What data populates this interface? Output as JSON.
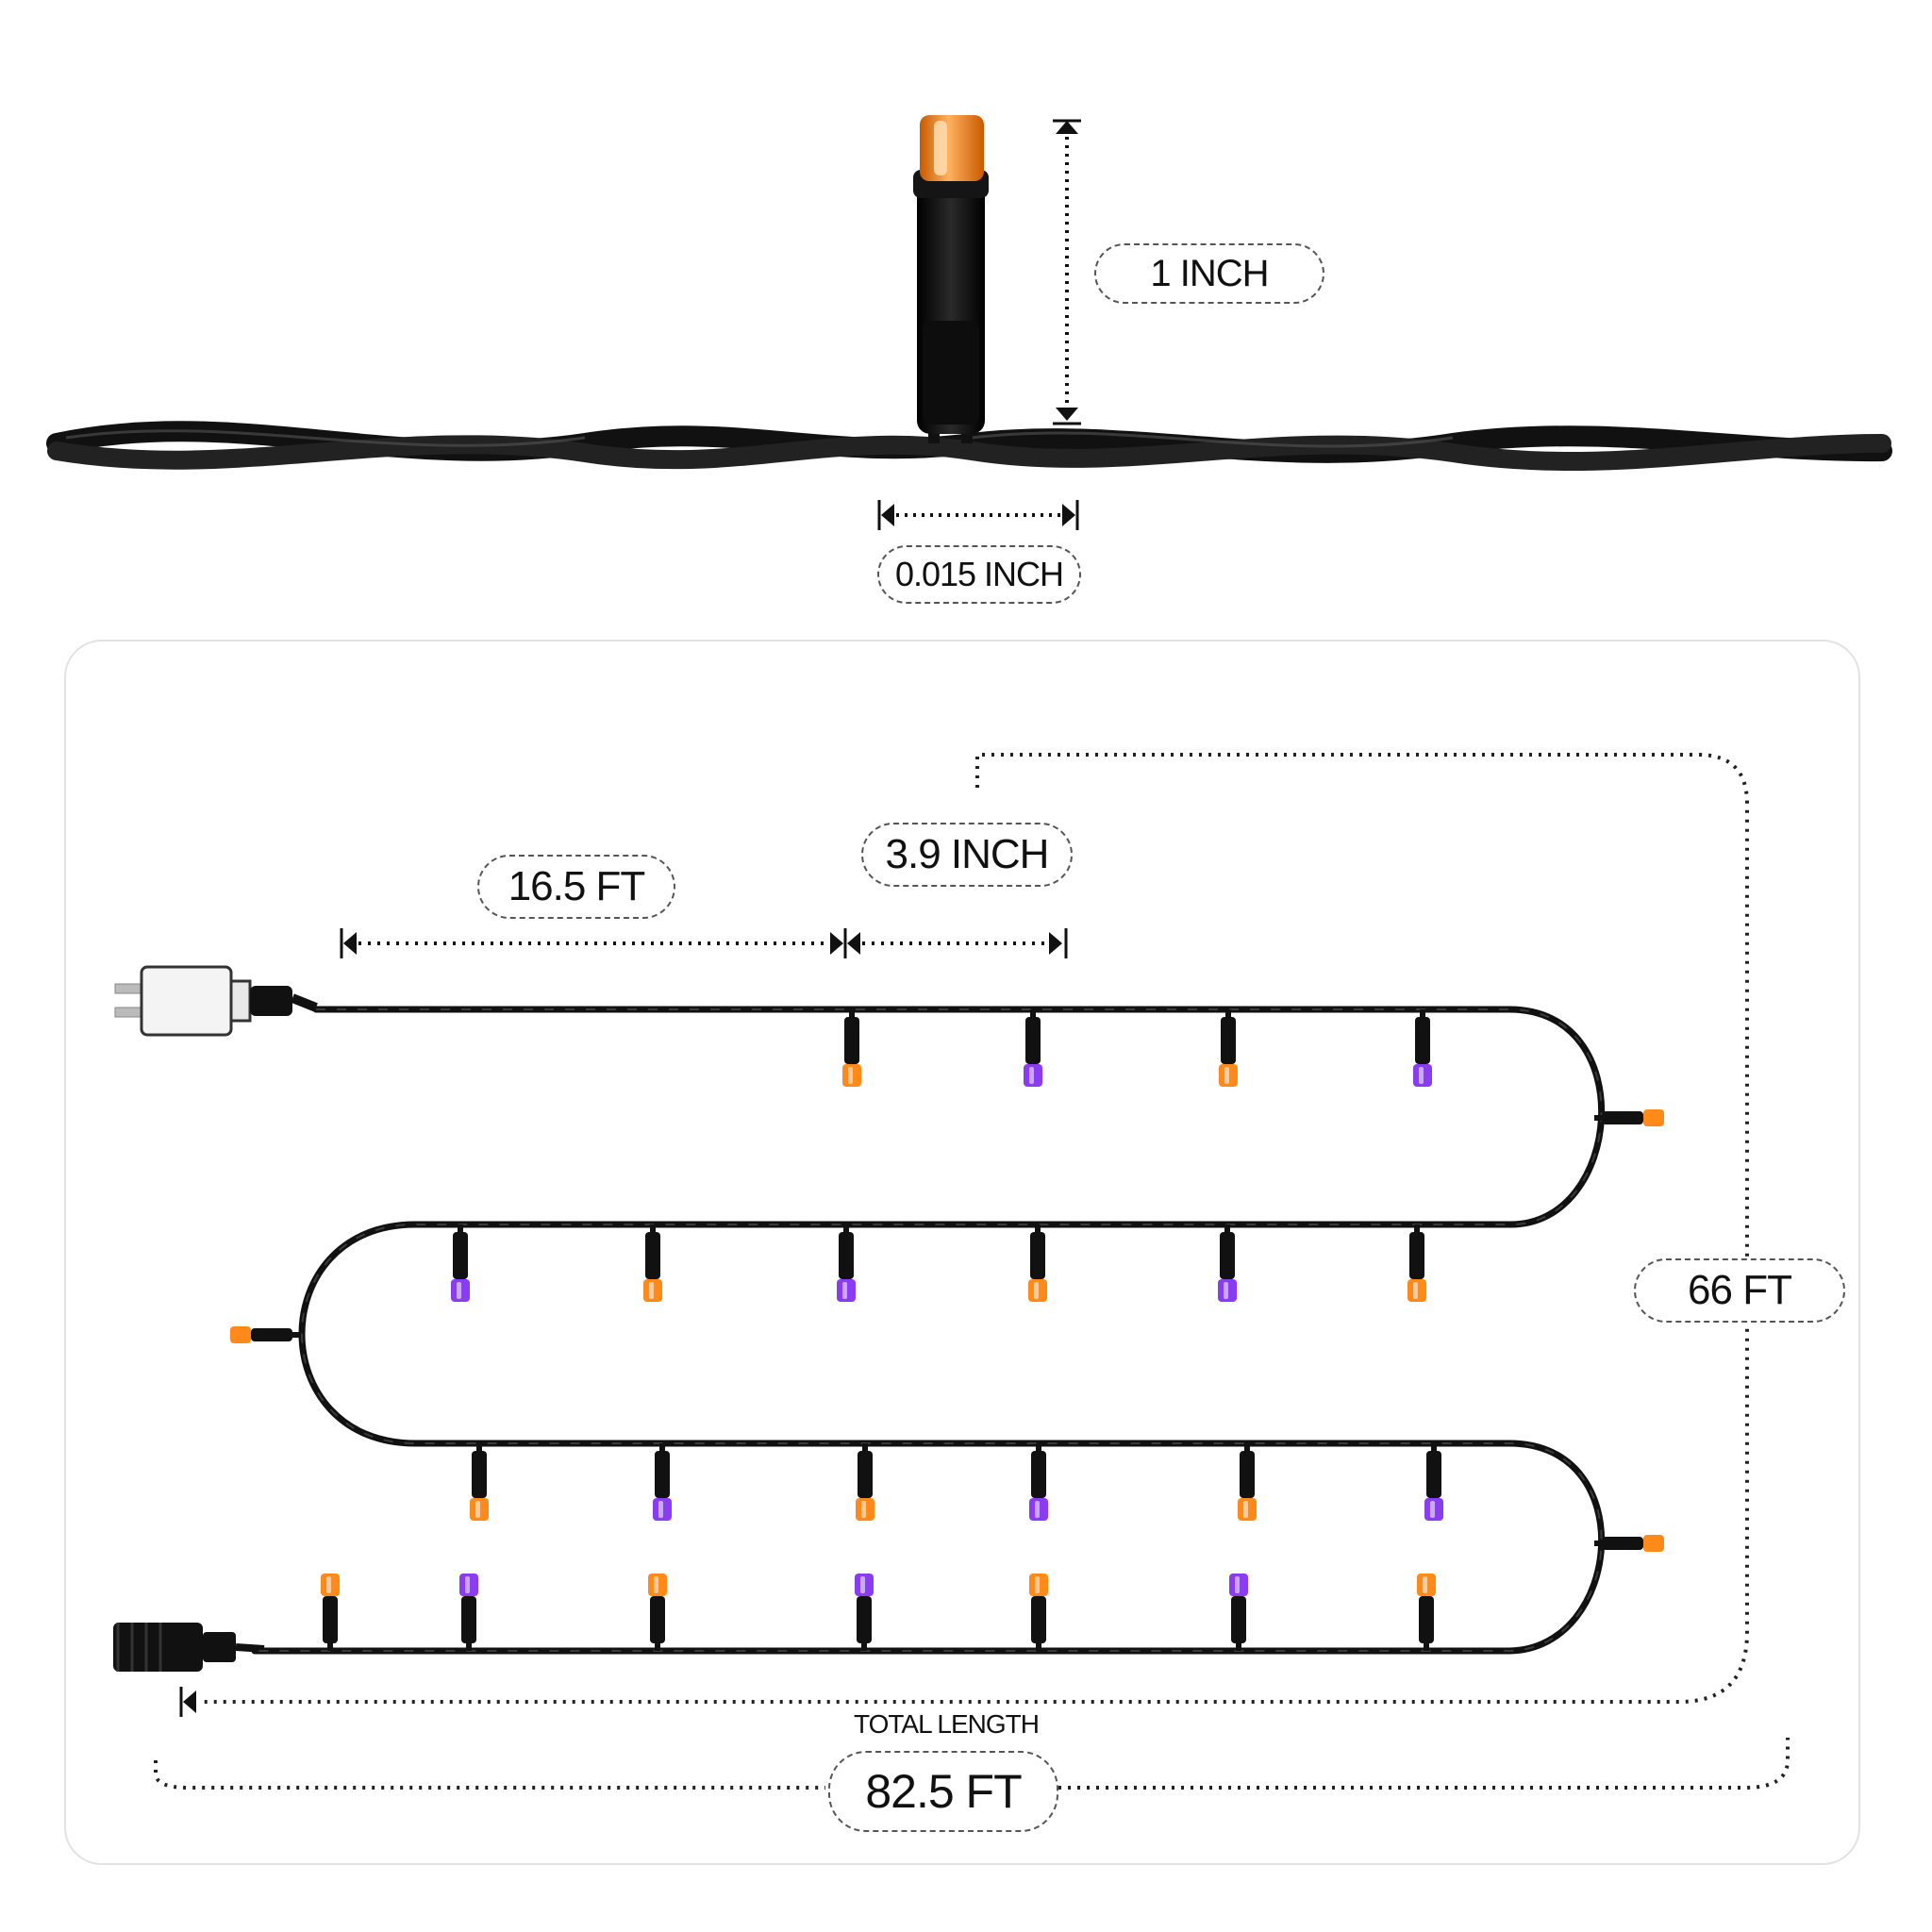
{
  "closeup": {
    "bulb_height_label": "1 INCH",
    "wire_gauge_label": "0.015 INCH"
  },
  "string": {
    "lead_length_label": "16.5 FT",
    "bulb_spacing_label": "3.9 INCH",
    "lit_length_label": "66 FT",
    "total_caption": "TOTAL LENGTH",
    "total_length_label": "82.5 FT"
  },
  "colors": {
    "orange": "#ff8a1a",
    "purple": "#8a3cf0",
    "wire": "#111111"
  },
  "bulb_rows": {
    "row1": [
      "orange",
      "purple",
      "orange",
      "purple"
    ],
    "row2": [
      "purple",
      "orange",
      "purple",
      "orange",
      "purple",
      "orange"
    ],
    "row3": [
      "orange",
      "purple",
      "orange",
      "purple",
      "orange",
      "purple"
    ],
    "row4": [
      "orange",
      "purple",
      "orange",
      "purple",
      "orange",
      "purple",
      "orange"
    ],
    "end_bulbs": [
      "orange",
      "orange",
      "orange"
    ]
  }
}
